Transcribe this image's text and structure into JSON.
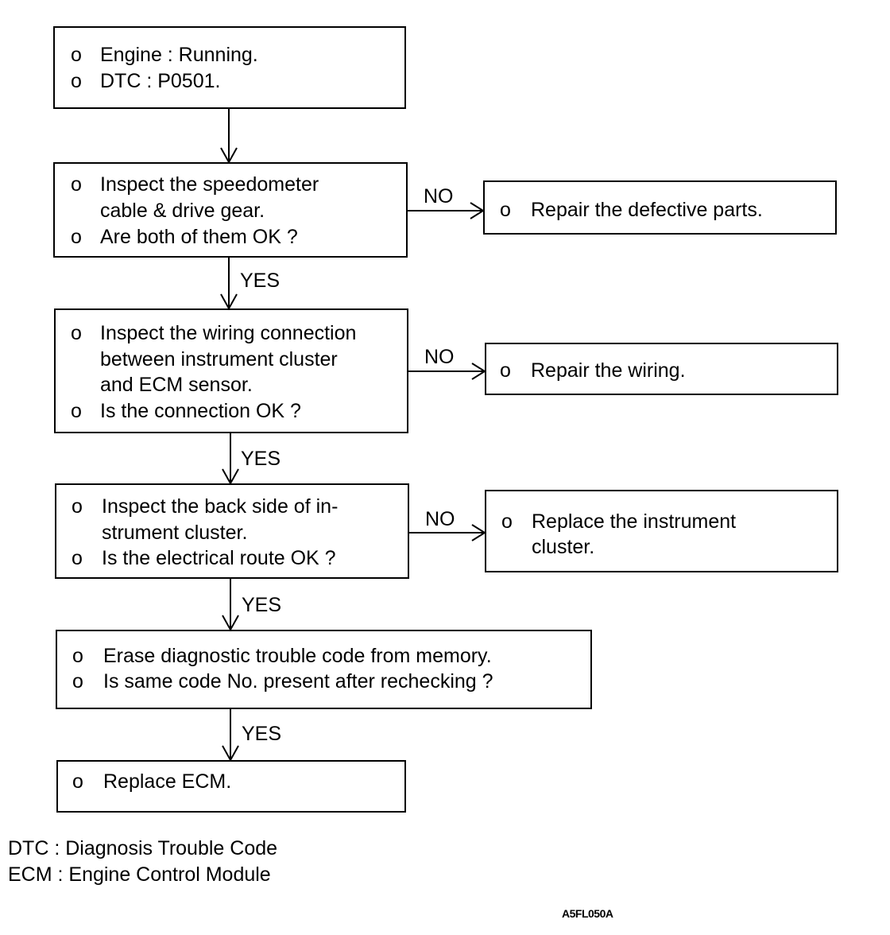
{
  "steps": [
    {
      "lines": [
        {
          "b": "o",
          "t": "Engine : Running."
        },
        {
          "b": "o",
          "t": "DTC : P0501."
        }
      ]
    },
    {
      "lines": [
        {
          "b": "o",
          "t": "Inspect the speedometer"
        },
        {
          "b": "",
          "t": "cable & drive gear."
        },
        {
          "b": "o",
          "t": "Are both of them OK ?"
        }
      ]
    },
    {
      "lines": [
        {
          "b": "o",
          "t": "Inspect the wiring connection"
        },
        {
          "b": "",
          "t": "between instrument cluster"
        },
        {
          "b": "",
          "t": "and ECM sensor."
        },
        {
          "b": "o",
          "t": "Is the connection OK ?"
        }
      ]
    },
    {
      "lines": [
        {
          "b": "o",
          "t": "Inspect the back side of in-"
        },
        {
          "b": "",
          "t": "strument cluster."
        },
        {
          "b": "o",
          "t": "Is the electrical route OK ?"
        }
      ]
    },
    {
      "lines": [
        {
          "b": "o",
          "t": "Erase diagnostic trouble code from memory."
        },
        {
          "b": "o",
          "t": "Is same code No. present after rechecking ?"
        }
      ]
    },
    {
      "lines": [
        {
          "b": "o",
          "t": "Replace ECM."
        }
      ]
    }
  ],
  "side_actions": [
    {
      "lines": [
        {
          "b": "o",
          "t": "Repair the defective parts."
        }
      ]
    },
    {
      "lines": [
        {
          "b": "o",
          "t": "Repair the wiring."
        }
      ]
    },
    {
      "lines": [
        {
          "b": "o",
          "t": "Replace the instrument"
        },
        {
          "b": "",
          "t": "cluster."
        }
      ]
    }
  ],
  "edge_labels": {
    "no": "NO",
    "yes": "YES"
  },
  "legend": [
    "DTC : Diagnosis Trouble Code",
    "ECM : Engine Control Module"
  ],
  "figure_code": "A5FL050A"
}
